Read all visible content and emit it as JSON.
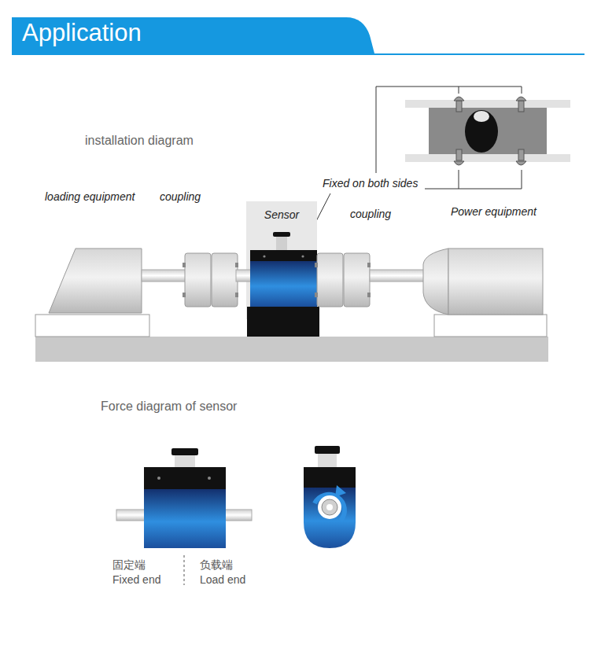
{
  "diagram": {
    "title": "Application",
    "nodes": [
      {
        "text": [
          "Sensor"
        ]
      }
    ],
    "labels": [
      "installation diagram",
      "loading equipment",
      "coupling",
      "Fixed on both sides",
      "coupling",
      "Power equipment",
      "Force diagram of sensor",
      "固定端",
      "Fixed end",
      "负载端",
      "Load end"
    ]
  }
}
